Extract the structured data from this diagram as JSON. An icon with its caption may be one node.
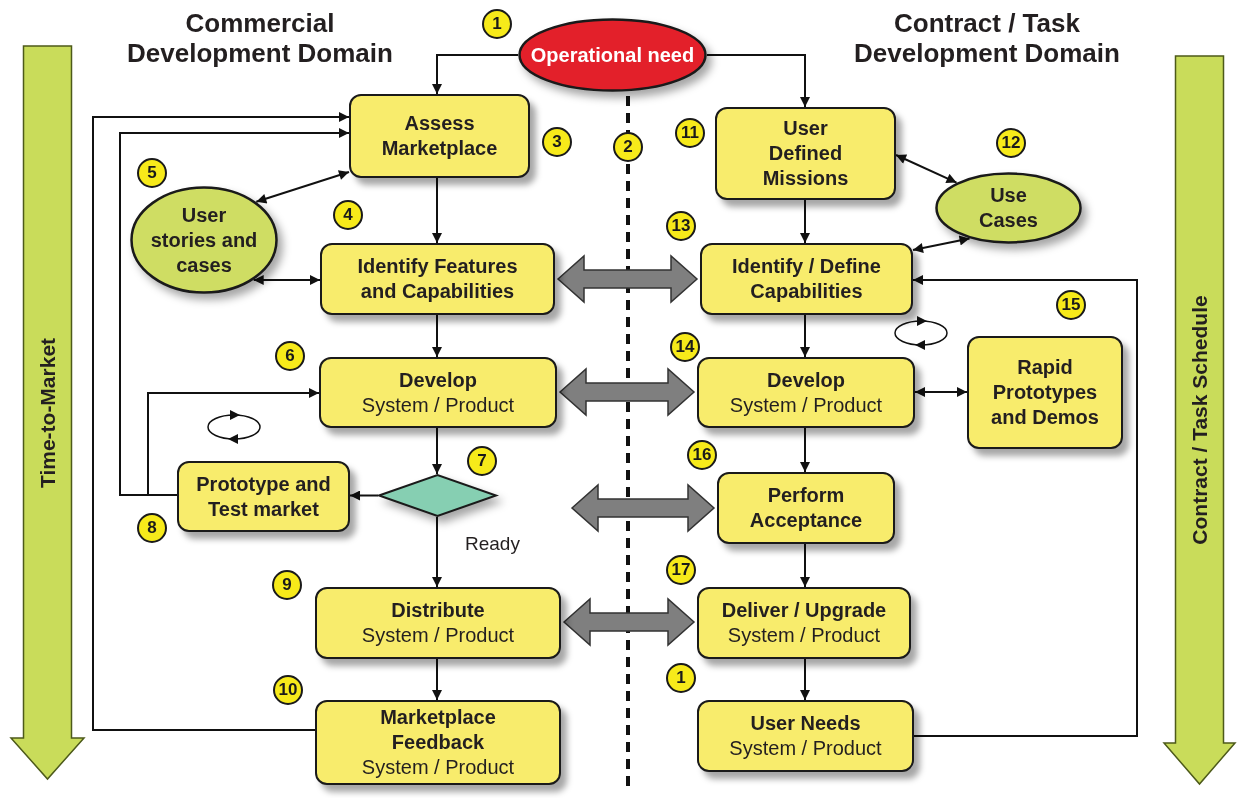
{
  "diagram": {
    "nodes": [
      {
        "text": [
          "Operational need"
        ]
      },
      {
        "text": [
          "Assess Marketplace"
        ]
      },
      {
        "text": [
          "User stories and cases"
        ]
      },
      {
        "text": [
          "Identify Features and Capabilities"
        ]
      },
      {
        "text": [
          "Develop",
          "System / Product"
        ]
      },
      {
        "text": [],
        "shape": "diamond"
      },
      {
        "text": [
          "Prototype and Test market"
        ]
      },
      {
        "text": [
          "Distribute",
          "System / Product"
        ]
      },
      {
        "text": [
          "Marketplace Feedback",
          "System / Product"
        ]
      },
      {
        "text": [
          "User Defined Missions"
        ]
      },
      {
        "text": [
          "Use Cases"
        ]
      },
      {
        "text": [
          "Identify / Define Capabilities"
        ]
      },
      {
        "text": [
          "Develop",
          "System / Product"
        ]
      },
      {
        "text": [
          "Rapid Prototypes and Demos"
        ]
      },
      {
        "text": [
          "Perform Acceptance"
        ]
      },
      {
        "text": [
          "Deliver / Upgrade",
          "System / Product"
        ]
      },
      {
        "text": [
          "User Needs",
          "System / Product"
        ]
      },
      {
        "text": [
          "Time-to-Market"
        ]
      },
      {
        "text": [
          "Contract / Task Schedule"
        ]
      }
    ],
    "edges": [
      {
        "from": 0,
        "to": 1,
        "arrow": "to"
      },
      {
        "from": 0,
        "to": 9,
        "arrow": "to"
      },
      {
        "from": 1,
        "to": 3,
        "arrow": "to"
      },
      {
        "from": 2,
        "to": 1,
        "arrow": "both"
      },
      {
        "from": 2,
        "to": 3,
        "arrow": "both"
      },
      {
        "from": 3,
        "to": 4,
        "arrow": "to"
      },
      {
        "from": 4,
        "to": 5,
        "arrow": "to"
      },
      {
        "from": 5,
        "to": 6,
        "arrow": "to"
      },
      {
        "from": 5,
        "to": 7,
        "arrow": "to",
        "label": "Ready"
      },
      {
        "from": 6,
        "to": 1,
        "arrow": "to"
      },
      {
        "from": 6,
        "to": 4,
        "arrow": "to"
      },
      {
        "from": 7,
        "to": 8,
        "arrow": "to"
      },
      {
        "from": 8,
        "to": 1,
        "arrow": "to"
      },
      {
        "from": 9,
        "to": 11,
        "arrow": "to"
      },
      {
        "from": 9,
        "to": 10,
        "arrow": "both"
      },
      {
        "from": 10,
        "to": 11,
        "arrow": "both"
      },
      {
        "from": 11,
        "to": 12,
        "arrow": "to"
      },
      {
        "from": 12,
        "to": 13,
        "arrow": "both"
      },
      {
        "from": 12,
        "to": 14,
        "arrow": "to"
      },
      {
        "from": 14,
        "to": 15,
        "arrow": "to"
      },
      {
        "from": 15,
        "to": 16,
        "arrow": "to"
      },
      {
        "from": 16,
        "to": 11,
        "arrow": "to"
      },
      {
        "from": 3,
        "to": 11,
        "arrow": "both",
        "style": "thick",
        "color": "#7f7f7f"
      },
      {
        "from": 4,
        "to": 12,
        "arrow": "both",
        "style": "thick",
        "color": "#7f7f7f"
      },
      {
        "from": null,
        "to": 14,
        "arrow": "both",
        "style": "thick",
        "color": "#7f7f7f"
      },
      {
        "from": 7,
        "to": 15,
        "arrow": "both",
        "style": "thick",
        "color": "#7f7f7f"
      }
    ],
    "labels": [
      "Commercial Development Domain",
      "Contract / Task Development Domain",
      "1",
      "3",
      "2",
      "11",
      "12",
      "5",
      "4",
      "13",
      "15",
      "6",
      "14",
      "7",
      "16",
      "8",
      "9",
      "17",
      "10",
      "1"
    ]
  }
}
